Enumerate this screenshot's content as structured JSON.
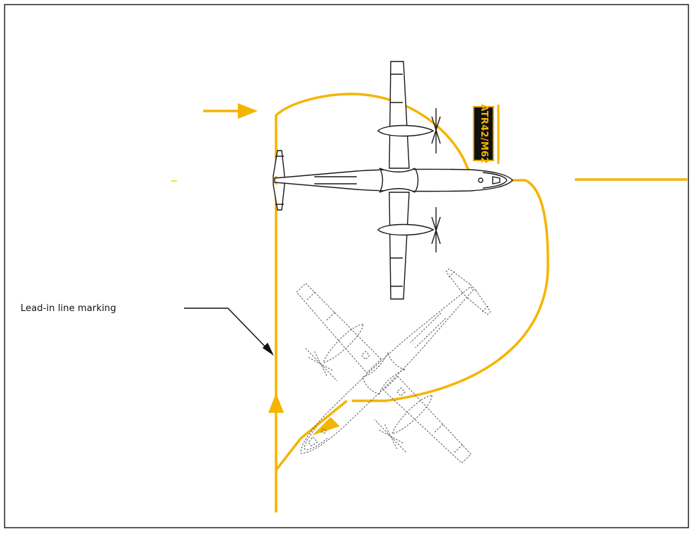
{
  "diagram": {
    "callout": {
      "label": "Lead-in line marking"
    },
    "stand_sign": {
      "text": "ATR42/M62"
    },
    "colors": {
      "marking": "#f5b400",
      "linework": "#1a1a1a",
      "ghost_linework": "#555555",
      "background": "#ffffff",
      "sign_background": "#101010"
    },
    "elements": {
      "aircraft_parked": "atr-aircraft-top-view-solid",
      "aircraft_maneuvering": "atr-aircraft-top-view-dashed",
      "entry_arrow": "arrow-right-icon",
      "lead_in_arrow": "arrow-up-icon",
      "exit_arrow": "arrow-down-left-icon"
    }
  }
}
